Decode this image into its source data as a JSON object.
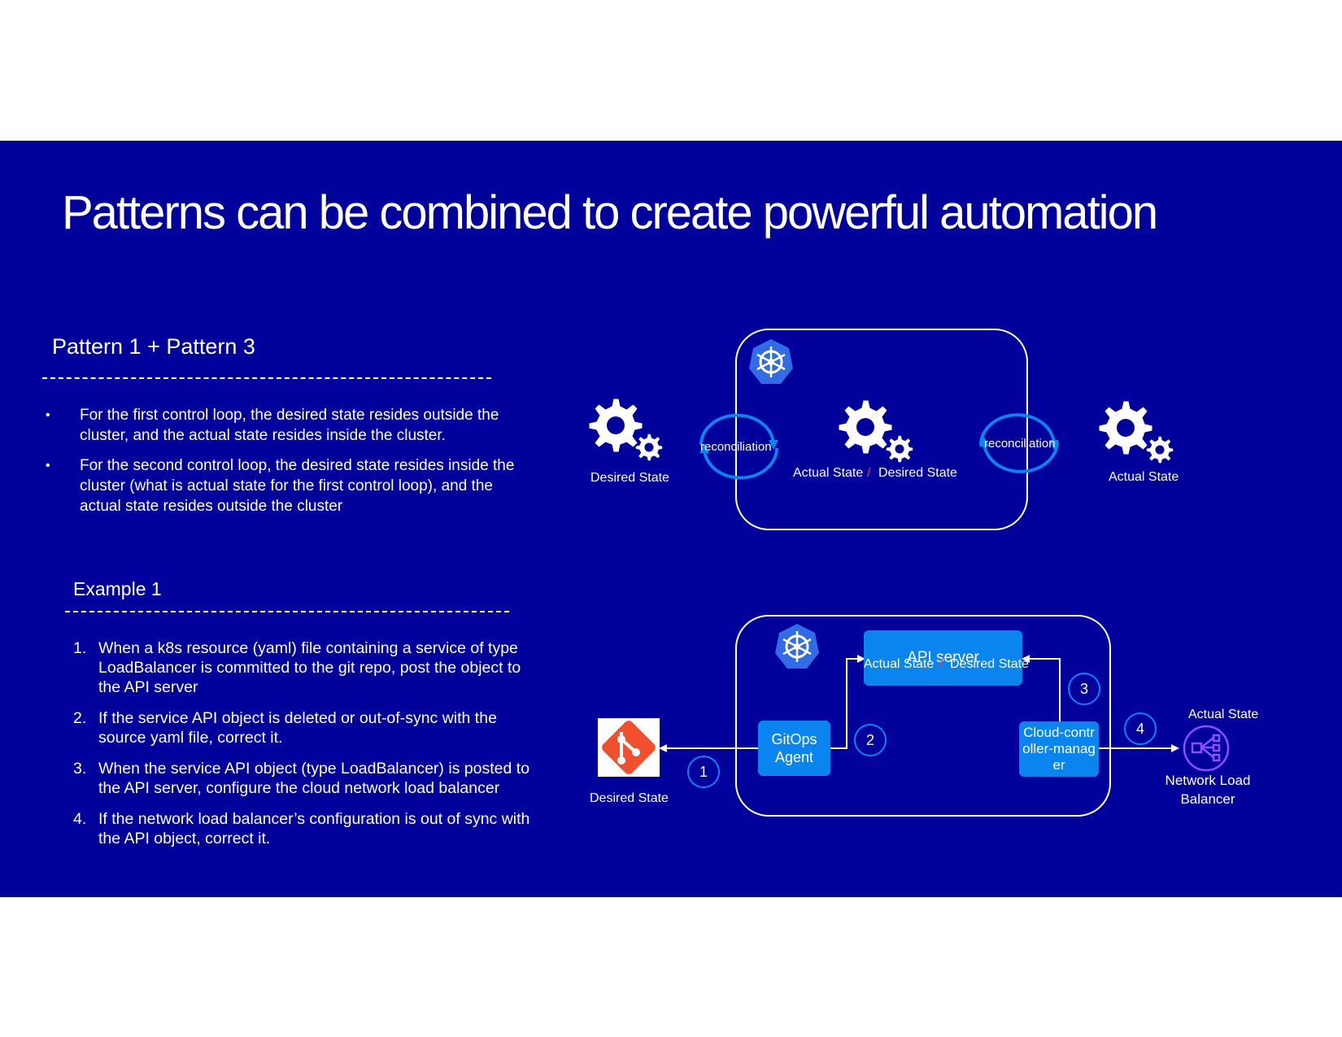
{
  "title": "Patterns can be combined to create powerful automation",
  "pattern_section": {
    "heading": "Pattern 1 + Pattern 3",
    "bullet_marker": "•",
    "bullets": [
      "For the first control loop, the desired state resides outside the cluster, and the actual state resides inside the cluster.",
      "For the second control loop, the desired state resides inside the cluster (what is actual state for the first control loop), and the actual state resides outside the cluster"
    ]
  },
  "example_section": {
    "heading": "Example 1",
    "steps": [
      {
        "num": "1.",
        "text": "When a k8s resource (yaml) file containing a service of type LoadBalancer is committed to the git repo, post the object to the API server"
      },
      {
        "num": "2.",
        "text": "If the service API object is deleted or out-of-sync with the source yaml file, correct it."
      },
      {
        "num": "3.",
        "text": "When the service API object (type LoadBalancer) is posted to the API server, configure the cloud network load balancer"
      },
      {
        "num": "4.",
        "text": "If the network load balancer’s configuration is out of sync with the API object, correct it."
      }
    ]
  },
  "top_diagram": {
    "left_label": "Desired State",
    "recon_left": "reconciliation",
    "center_actual": "Actual State",
    "separator": "/",
    "center_desired": "Desired State",
    "recon_right": "reconciliation",
    "right_label": "Actual State"
  },
  "bottom_diagram": {
    "api_server": "API server",
    "api_actual": "Actual State",
    "separator": "/",
    "api_desired": "Desired State",
    "gitops_agent": "GitOps Agent",
    "cloud_controller": "Cloud-controller-manager",
    "git_label": "Desired State",
    "step1": "1",
    "step2": "2",
    "step3": "3",
    "step4": "4",
    "nlb_actual": "Actual State",
    "nlb_label": "Network Load Balancer"
  },
  "icons": {
    "kubernetes": "kubernetes-helm-icon",
    "gears": "gears-icon",
    "git": "git-logo-icon",
    "load_balancer": "network-load-balancer-icon",
    "reconcile": "reconcile-cycle-icon"
  },
  "colors": {
    "background": "#00009a",
    "accent_blue": "#0a84ef",
    "kubernetes_blue": "#326ce5",
    "git_orange": "#f1502f",
    "separator_red": "#ff3b3b",
    "nlb_purple": "#8c4fff"
  }
}
